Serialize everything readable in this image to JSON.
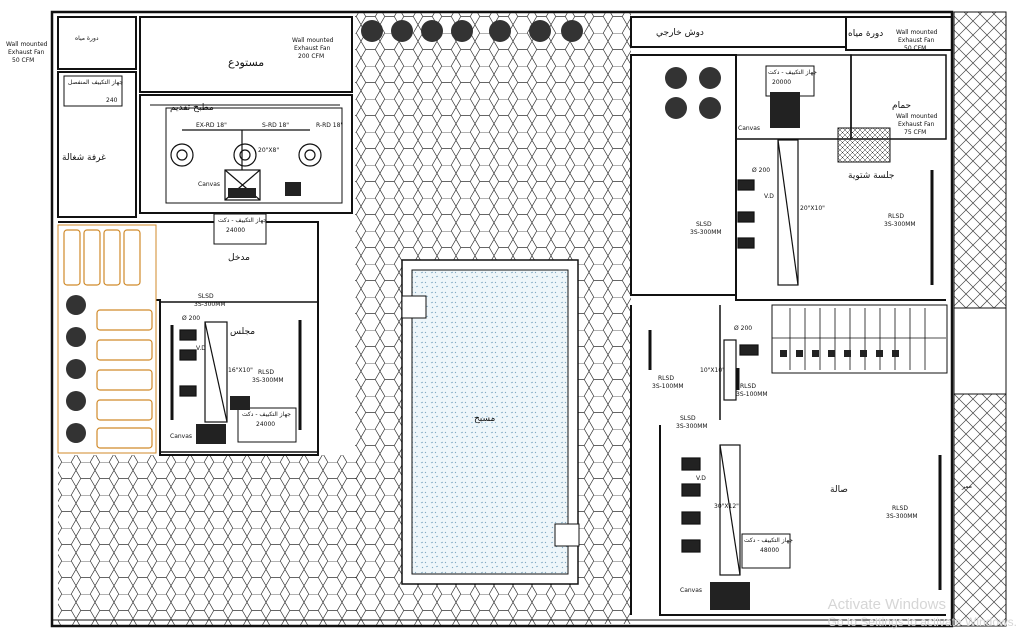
{
  "rooms": {
    "maid_wc": "دورة مياه",
    "storage": "مستودع",
    "serving_kitchen": "مطبخ تقديم",
    "maid_room": "غرفة شغالة",
    "entrance": "مدخل",
    "majlis": "مجلس",
    "pool": "مسبح",
    "outdoor_shower": "دوش خارجي",
    "wc_right": "دورة مياه",
    "bathroom": "حمام",
    "winter_sitting": "جلسة شتوية",
    "hall": "صالة",
    "side_strip": "ممر"
  },
  "fans": {
    "fan1": {
      "l1": "Wall mounted",
      "l2": "Exhaust Fan",
      "l3": "50 CFM"
    },
    "fan2": {
      "l1": "Wall mounted",
      "l2": "Exhaust Fan",
      "l3": "200 CFM"
    },
    "fan3": {
      "l1": "Wall mounted",
      "l2": "Exhaust Fan",
      "l3": "50 CFM"
    },
    "fan4": {
      "l1": "Wall mounted",
      "l2": "Exhaust Fan",
      "l3": "75 CFM"
    }
  },
  "kitchen": {
    "ex_rd": "EX-RD 18\"",
    "s_rd": "S-RD 18\"",
    "r_rd": "R-RD 18\"",
    "duct": "20\"X8\"",
    "canvas": "Canvas"
  },
  "ac_units": {
    "u1": {
      "name": "جهاز التكييف المنفصل",
      "cap": "240"
    },
    "u2": {
      "name": "جهاز التكييف - دكت",
      "cap": "24000"
    },
    "u3": {
      "name": "جهاز التكييف - دكت",
      "cap": "24000"
    },
    "u4": {
      "name": "جهاز التكييف - دكت",
      "cap": "20000"
    },
    "u5": {
      "name": "جهاز التكييف - دكت",
      "cap": "48000"
    }
  },
  "majlis": {
    "slsd": "SLSD",
    "slsd_spec": "3S-300MM",
    "dia": "Ø 200",
    "vd": "V.D",
    "duct": "16\"X10\"",
    "rlsd": "RLSD",
    "rlsd_spec": "3S-300MM",
    "canvas": "Canvas"
  },
  "right_wing": {
    "slsd": "SLSD",
    "slsd_spec": "3S-300MM",
    "dia": "Ø 200",
    "vd": "V.D",
    "duct1": "20\"X10\"",
    "rlsd_a": "RLSD",
    "rlsd_a_spec": "3S-300MM",
    "canvas": "Canvas"
  },
  "hall_wing": {
    "dia": "Ø 200",
    "rlsd1": "RLSD",
    "rlsd1_spec": "3S-100MM",
    "rlsd2": "RLSD",
    "rlsd2_spec": "3S-100MM",
    "duct_v": "10\"X10\"",
    "slsd": "SLSD",
    "slsd_spec": "3S-300MM",
    "vd": "V.D",
    "duct_main": "30\"X12\"",
    "rlsd3": "RLSD",
    "rlsd3_spec": "3S-300MM",
    "canvas": "Canvas"
  },
  "watermark": {
    "line1": "Activate Windows",
    "line2": "Go to Settings to activate Windows."
  }
}
